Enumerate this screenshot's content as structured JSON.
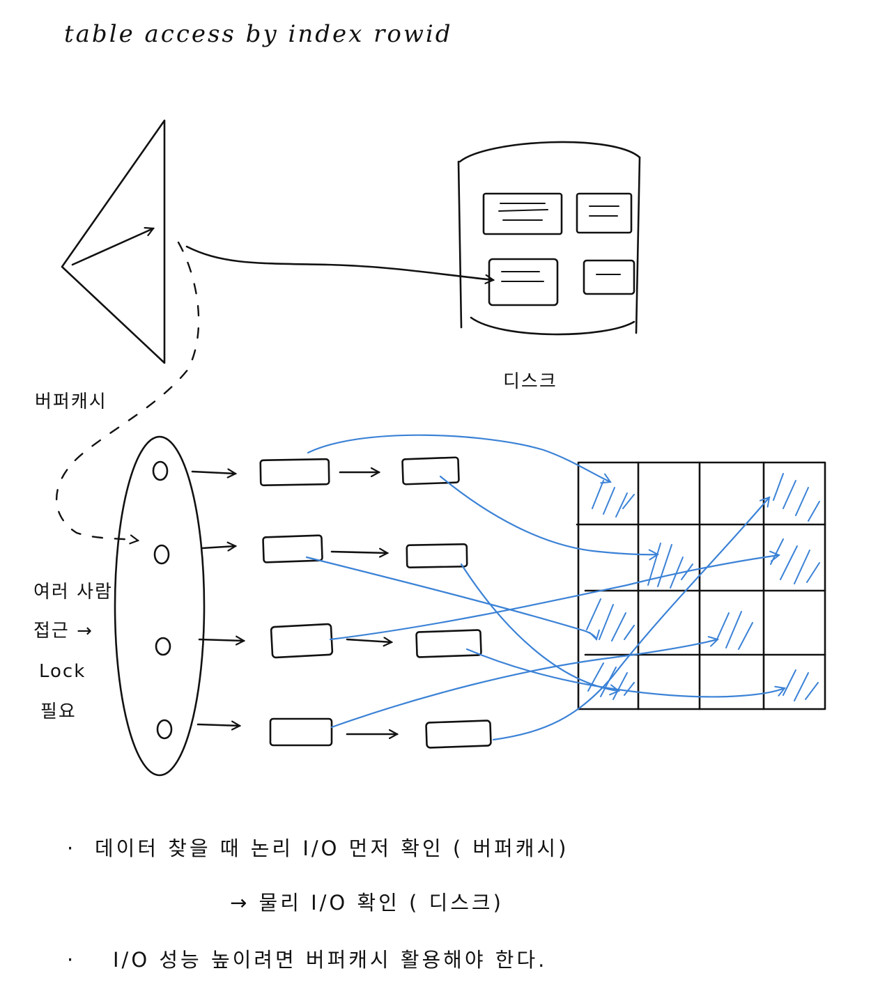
{
  "title": "table access by index rowid",
  "labels": {
    "disk": "디스크",
    "buffer_cache": "버퍼캐시",
    "multi_access_line1": "여러 사람",
    "multi_access_line2": "접근 →",
    "multi_access_line3": "Lock",
    "multi_access_line4": "필요"
  },
  "notes": {
    "bullet_marker": "·",
    "note1": "데이터 찾을 때 논리 I/O 먼저 확인 ( 버퍼캐시)",
    "note1_cont": "→ 물리 I/O 확인 ( 디스크)",
    "note2": "I/O 성능 높이려면 버퍼캐시 활용해야 한다."
  },
  "hash_bucket_markers": [
    "O",
    "O",
    "O",
    "O"
  ],
  "colors": {
    "ink": "#111111",
    "accent_blue": "#3b82d6"
  }
}
